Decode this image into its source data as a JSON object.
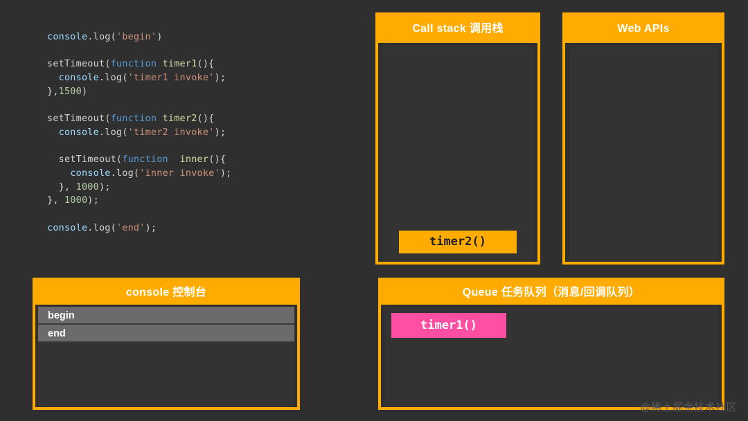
{
  "background": "#2f2f2f",
  "accent": "#ffab00",
  "queue_chip_color": "#ff4fa3",
  "code": {
    "lines": [
      [
        {
          "t": "console",
          "c": "obj"
        },
        {
          "t": ".log(",
          "c": "punc"
        },
        {
          "t": "'begin'",
          "c": "str"
        },
        {
          "t": ")",
          "c": "punc"
        }
      ],
      [],
      [
        {
          "t": "setTimeout(",
          "c": "plain"
        },
        {
          "t": "function",
          "c": "kw"
        },
        {
          "t": " ",
          "c": "plain"
        },
        {
          "t": "timer1",
          "c": "fn"
        },
        {
          "t": "(){",
          "c": "punc"
        }
      ],
      [
        {
          "t": "  ",
          "c": "plain"
        },
        {
          "t": "console",
          "c": "obj"
        },
        {
          "t": ".log(",
          "c": "punc"
        },
        {
          "t": "'timer1 invoke'",
          "c": "str"
        },
        {
          "t": ");",
          "c": "punc"
        }
      ],
      [
        {
          "t": "},",
          "c": "punc"
        },
        {
          "t": "1500",
          "c": "num"
        },
        {
          "t": ")",
          "c": "punc"
        }
      ],
      [],
      [
        {
          "t": "setTimeout(",
          "c": "plain"
        },
        {
          "t": "function",
          "c": "kw"
        },
        {
          "t": " ",
          "c": "plain"
        },
        {
          "t": "timer2",
          "c": "fn"
        },
        {
          "t": "(){",
          "c": "punc"
        }
      ],
      [
        {
          "t": "  ",
          "c": "plain"
        },
        {
          "t": "console",
          "c": "obj"
        },
        {
          "t": ".log(",
          "c": "punc"
        },
        {
          "t": "'timer2 invoke'",
          "c": "str"
        },
        {
          "t": ");",
          "c": "punc"
        }
      ],
      [],
      [
        {
          "t": "  setTimeout(",
          "c": "plain"
        },
        {
          "t": "function",
          "c": "kw"
        },
        {
          "t": "  ",
          "c": "plain"
        },
        {
          "t": "inner",
          "c": "fn"
        },
        {
          "t": "(){",
          "c": "punc"
        }
      ],
      [
        {
          "t": "    ",
          "c": "plain"
        },
        {
          "t": "console",
          "c": "obj"
        },
        {
          "t": ".log(",
          "c": "punc"
        },
        {
          "t": "'inner invoke'",
          "c": "str"
        },
        {
          "t": ");",
          "c": "punc"
        }
      ],
      [
        {
          "t": "  }, ",
          "c": "punc"
        },
        {
          "t": "1000",
          "c": "num"
        },
        {
          "t": ");",
          "c": "punc"
        }
      ],
      [
        {
          "t": "}, ",
          "c": "punc"
        },
        {
          "t": "1000",
          "c": "num"
        },
        {
          "t": ");",
          "c": "punc"
        }
      ],
      [],
      [
        {
          "t": "console",
          "c": "obj"
        },
        {
          "t": ".log(",
          "c": "punc"
        },
        {
          "t": "'end'",
          "c": "str"
        },
        {
          "t": ");",
          "c": "punc"
        }
      ]
    ]
  },
  "call_stack": {
    "title": "Call stack 调用栈",
    "frames": [
      {
        "label": "timer2()"
      }
    ]
  },
  "web_apis": {
    "title": "Web APIs",
    "items": []
  },
  "console_panel": {
    "title": "console 控制台",
    "rows": [
      {
        "text": "begin"
      },
      {
        "text": "end"
      }
    ]
  },
  "queue": {
    "title": "Queue 任务队列（消息/回调队列）",
    "tasks": [
      {
        "label": "timer1()"
      }
    ]
  },
  "watermark": {
    "text": "@稀土掘金技术社区"
  }
}
